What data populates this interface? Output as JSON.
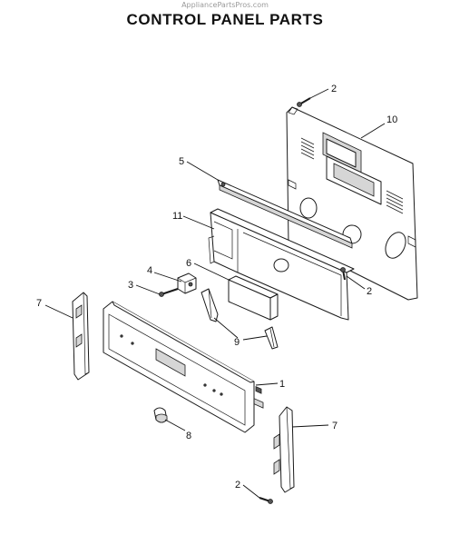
{
  "watermark": "AppliancePartsPros.com",
  "title": "CONTROL PANEL PARTS",
  "callouts": [
    {
      "id": "c2-top",
      "label": "2"
    },
    {
      "id": "c10",
      "label": "10"
    },
    {
      "id": "c5",
      "label": "5"
    },
    {
      "id": "c11",
      "label": "11"
    },
    {
      "id": "c6",
      "label": "6"
    },
    {
      "id": "c2-right",
      "label": "2"
    },
    {
      "id": "c4",
      "label": "4"
    },
    {
      "id": "c3",
      "label": "3"
    },
    {
      "id": "c7-left",
      "label": "7"
    },
    {
      "id": "c9",
      "label": "9"
    },
    {
      "id": "c1",
      "label": "1"
    },
    {
      "id": "c7-right",
      "label": "7"
    },
    {
      "id": "c8",
      "label": "8"
    },
    {
      "id": "c2-bottom",
      "label": "2"
    }
  ]
}
